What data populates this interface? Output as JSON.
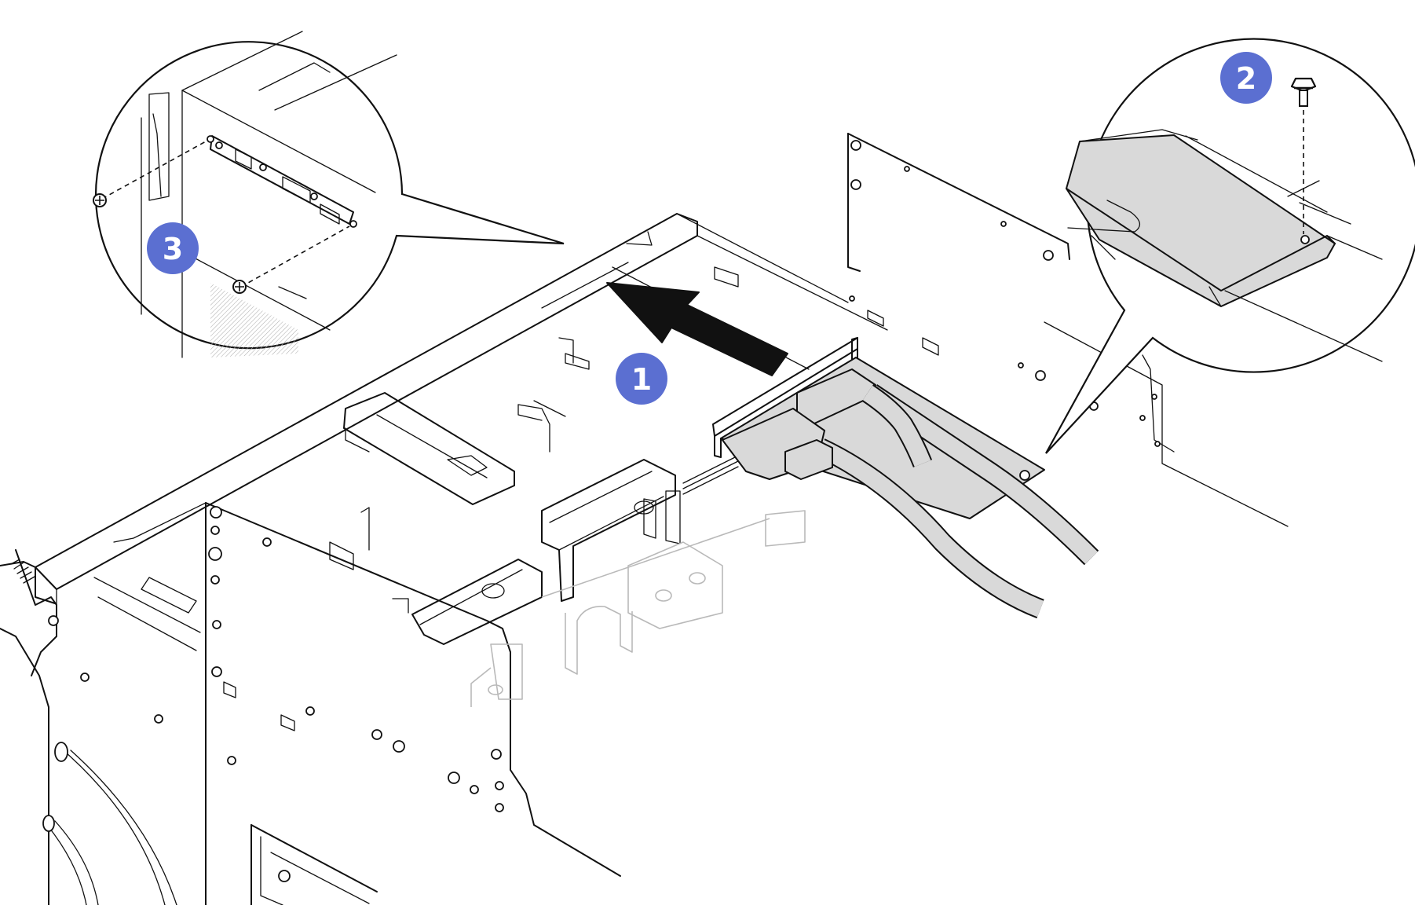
{
  "figure": {
    "background": "#ffffff",
    "line_color": "#111111",
    "badge_color": "#5b6fd1",
    "badge_text_color": "#ffffff",
    "highlight_fill": "#d9d9d9"
  },
  "step_badges": [
    {
      "label": "1"
    },
    {
      "label": "2"
    },
    {
      "label": "3"
    }
  ],
  "icons": {
    "direction_arrow": "arrow-icon",
    "screw": "screw-icon"
  }
}
